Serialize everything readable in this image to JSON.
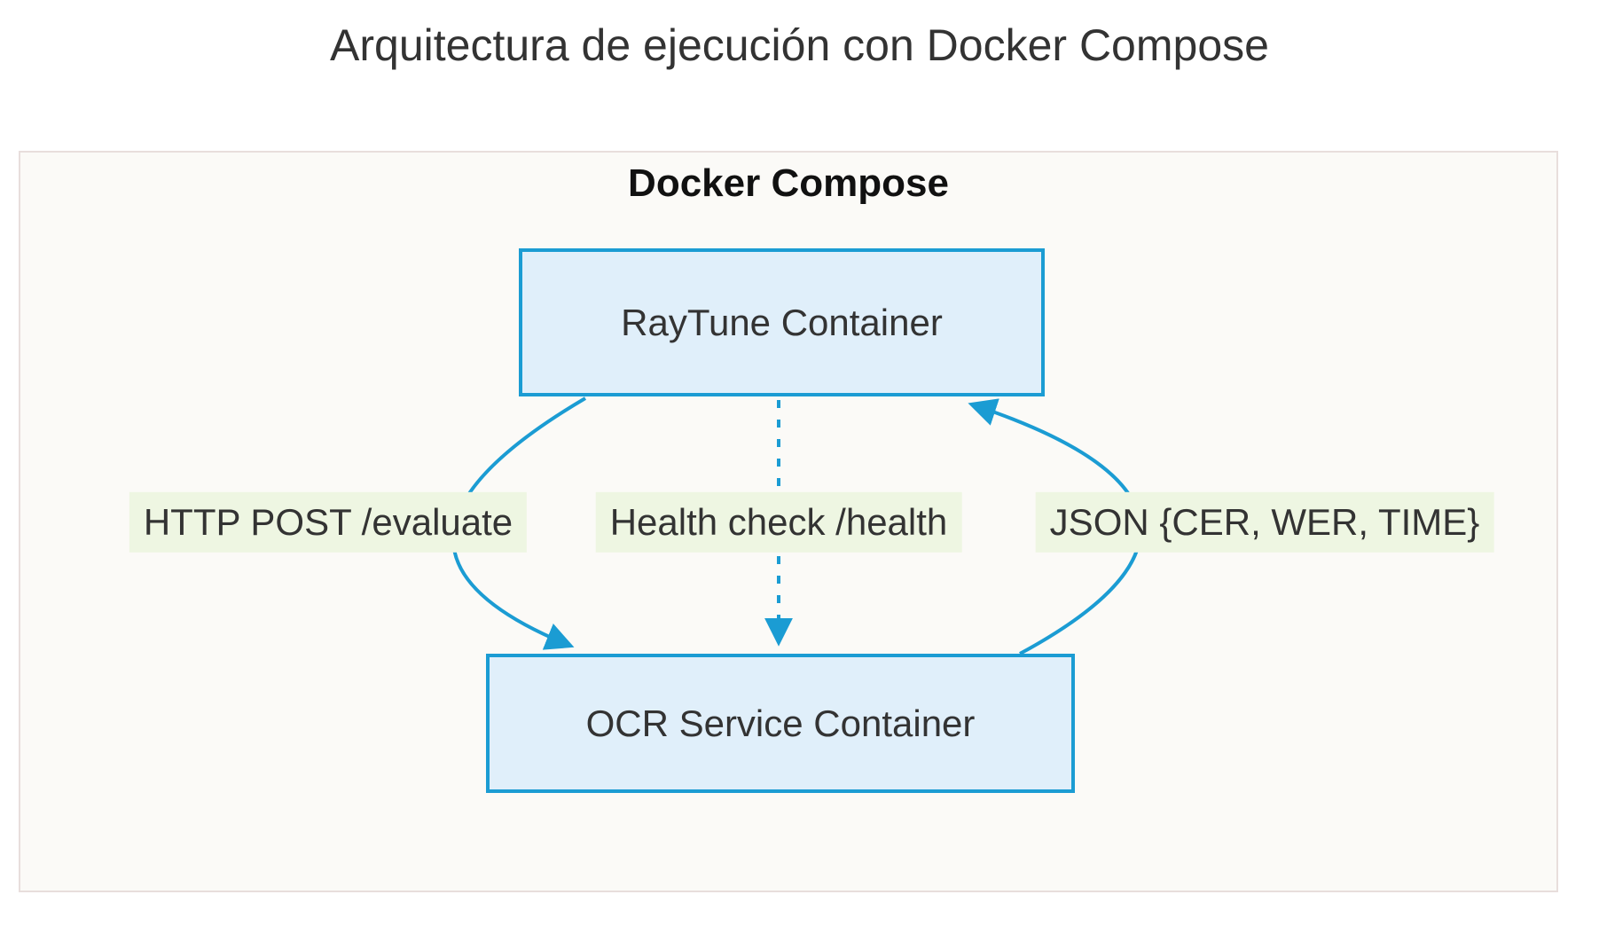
{
  "title": "Arquitectura de ejecución con Docker Compose",
  "diagram": {
    "cluster_label": "Docker Compose",
    "nodes": {
      "raytune": {
        "label": "RayTune Container"
      },
      "ocr": {
        "label": "OCR Service Container"
      }
    },
    "edges": [
      {
        "label": "HTTP POST /evaluate",
        "from": "RayTune Container",
        "to": "OCR Service Container",
        "style": "solid",
        "direction": "down"
      },
      {
        "label": "Health check /health",
        "from": "RayTune Container",
        "to": "OCR Service Container",
        "style": "dashed",
        "direction": "down"
      },
      {
        "label": "JSON {CER, WER, TIME}",
        "from": "OCR Service Container",
        "to": "RayTune Container",
        "style": "solid",
        "direction": "up"
      }
    ],
    "colors": {
      "node_fill": "#e0effa",
      "node_border": "#1b9cd3",
      "edge": "#1b9cd3",
      "label_bg": "#eef6e2",
      "cluster_fill": "#fbfaf7",
      "cluster_border": "#e8dedc",
      "text": "#333333"
    }
  }
}
